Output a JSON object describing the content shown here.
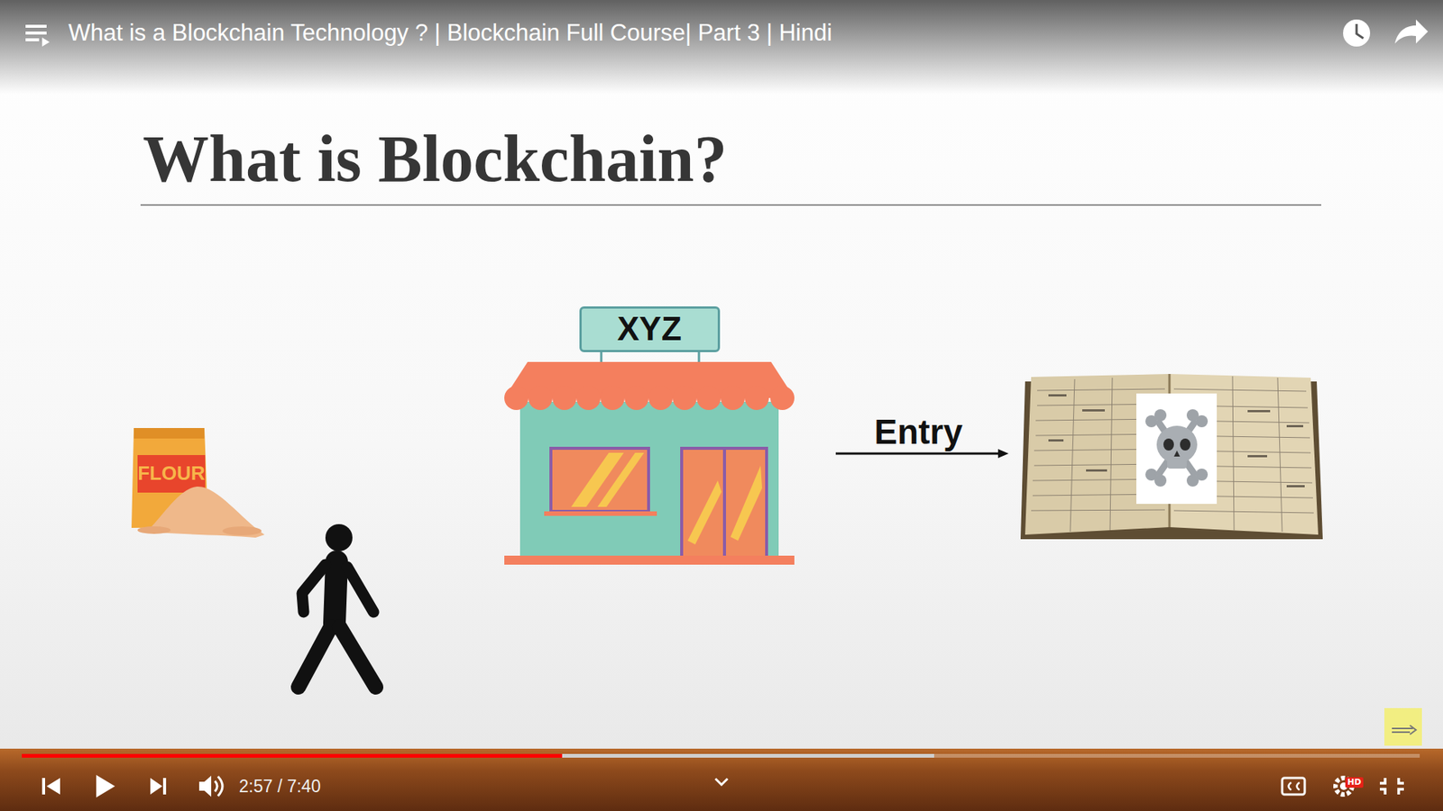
{
  "diagram": {
    "title": "What is Blockchain?",
    "nodes": [
      {
        "text": [
          "XYZ"
        ]
      }
    ],
    "labels": [
      "What is a Blockchain Technology ? | Blockchain Full Course| Part 3 | Hindi",
      "FLOUR",
      "Entry",
      "2:57 / 7:40",
      "HD"
    ]
  }
}
